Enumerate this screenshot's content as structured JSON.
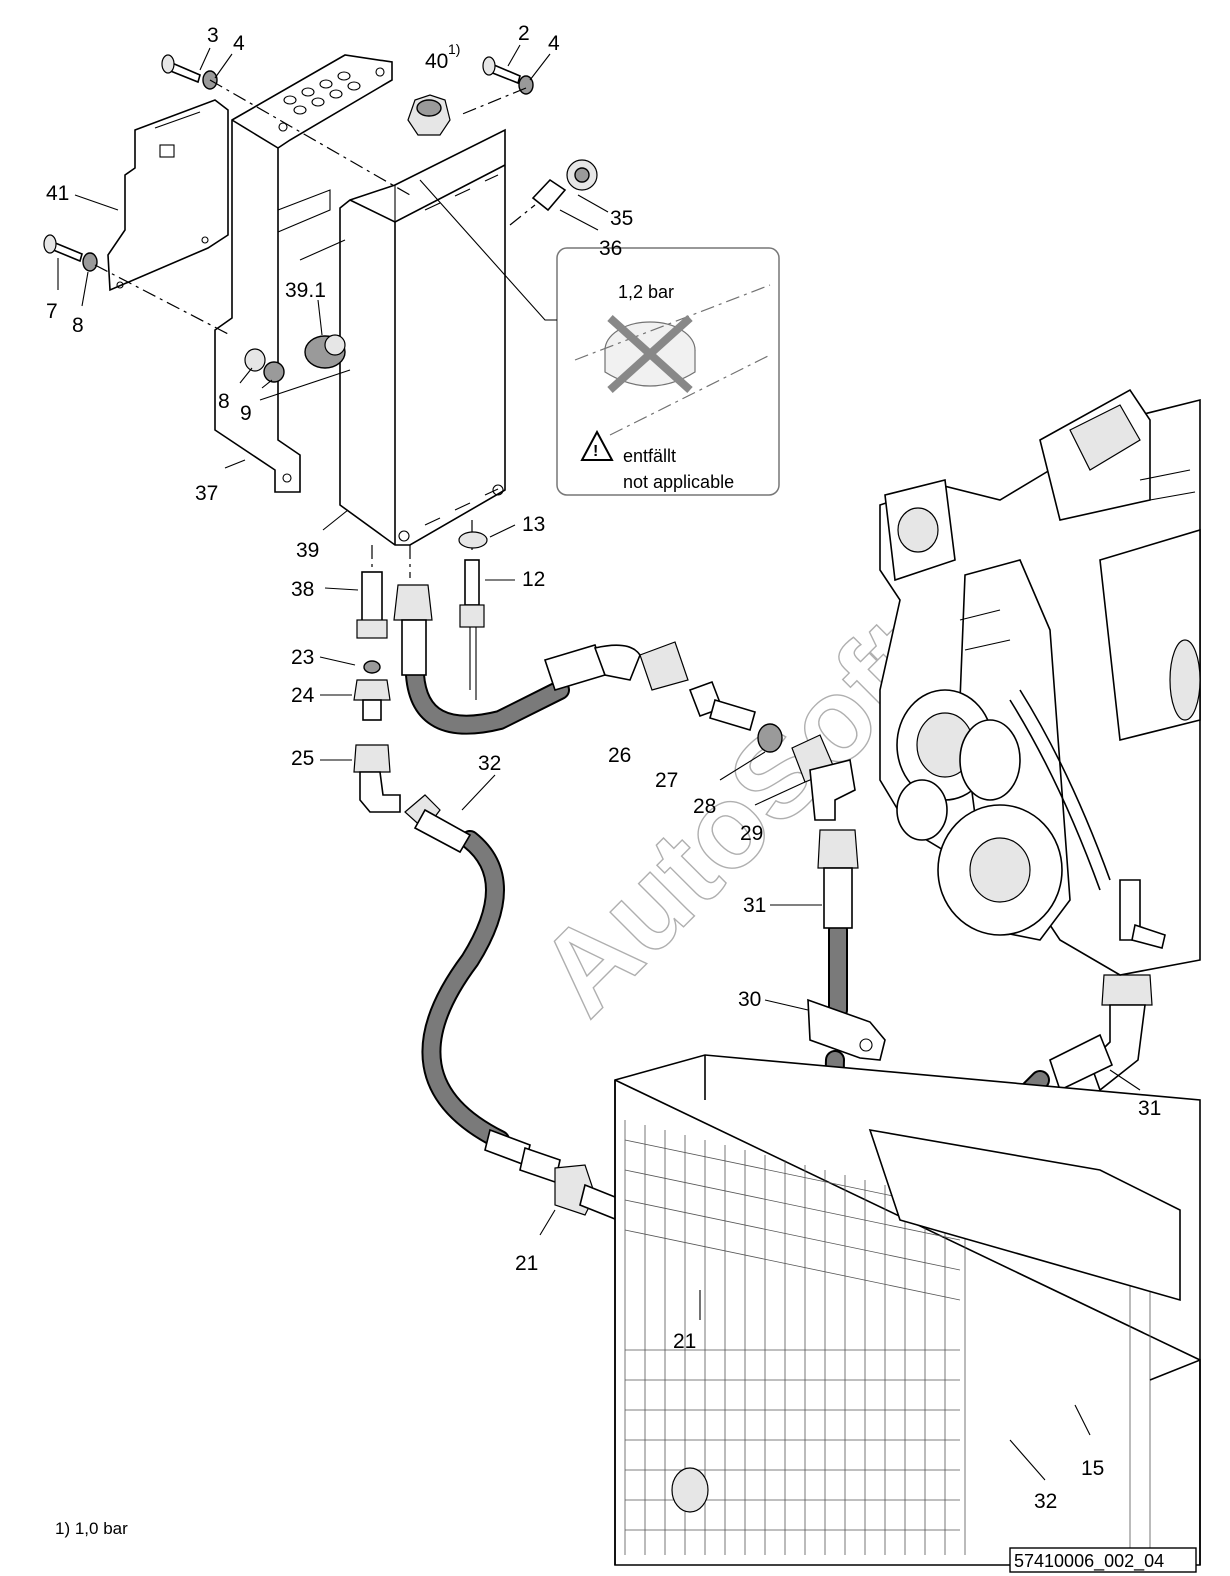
{
  "watermark": "AutoSoft",
  "callout": {
    "pressure": "1,2 bar",
    "note_de": "entfällt",
    "note_en": "not applicable"
  },
  "part40": {
    "number": "40",
    "sup": "1)"
  },
  "labels": [
    {
      "id": "p3",
      "text": "3"
    },
    {
      "id": "p4a",
      "text": "4"
    },
    {
      "id": "p2",
      "text": "2"
    },
    {
      "id": "p4b",
      "text": "4"
    },
    {
      "id": "p41",
      "text": "41"
    },
    {
      "id": "p35",
      "text": "35"
    },
    {
      "id": "p36",
      "text": "36"
    },
    {
      "id": "p7",
      "text": "7"
    },
    {
      "id": "p8a",
      "text": "8"
    },
    {
      "id": "p39_1",
      "text": "39.1"
    },
    {
      "id": "p8b",
      "text": "8"
    },
    {
      "id": "p9",
      "text": "9"
    },
    {
      "id": "p37",
      "text": "37"
    },
    {
      "id": "p39",
      "text": "39"
    },
    {
      "id": "p13",
      "text": "13"
    },
    {
      "id": "p38",
      "text": "38"
    },
    {
      "id": "p12",
      "text": "12"
    },
    {
      "id": "p23",
      "text": "23"
    },
    {
      "id": "p24",
      "text": "24"
    },
    {
      "id": "p25",
      "text": "25"
    },
    {
      "id": "p32a",
      "text": "32"
    },
    {
      "id": "p26",
      "text": "26"
    },
    {
      "id": "p27",
      "text": "27"
    },
    {
      "id": "p28",
      "text": "28"
    },
    {
      "id": "p29",
      "text": "29"
    },
    {
      "id": "p31a",
      "text": "31"
    },
    {
      "id": "p30",
      "text": "30"
    },
    {
      "id": "p31b",
      "text": "31"
    },
    {
      "id": "p21a",
      "text": "21"
    },
    {
      "id": "p21b",
      "text": "21"
    },
    {
      "id": "p15",
      "text": "15"
    },
    {
      "id": "p32b",
      "text": "32"
    }
  ],
  "footnote": "1)  1,0 bar",
  "drawing_number": "57410006_002_04"
}
